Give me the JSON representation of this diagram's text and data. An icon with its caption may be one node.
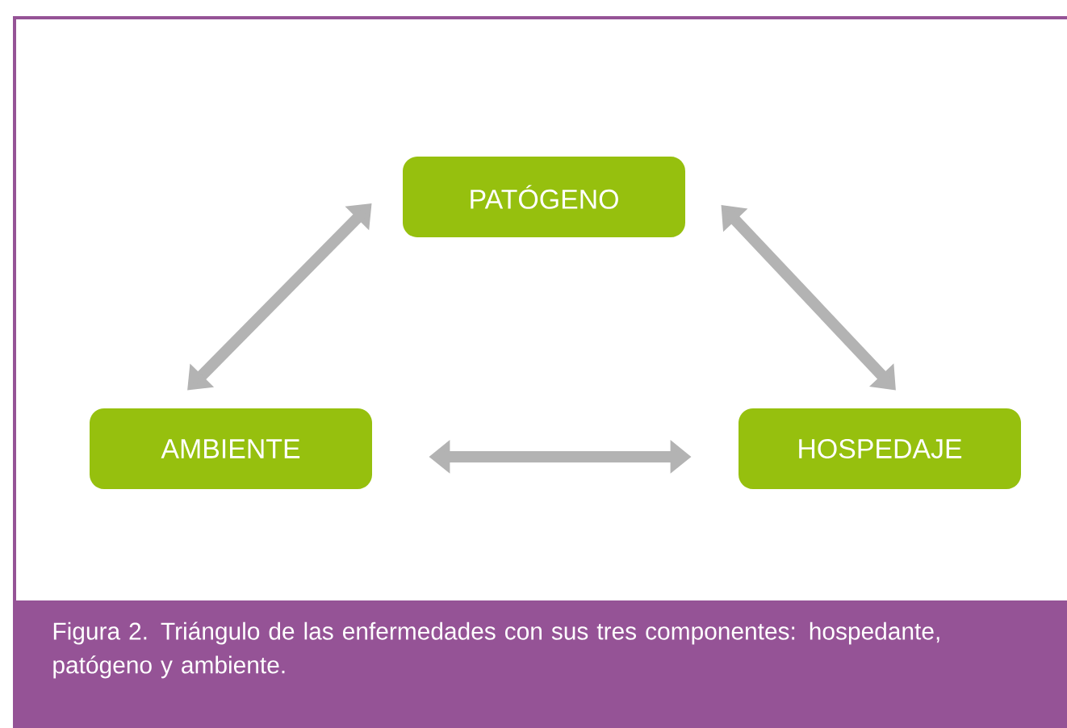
{
  "diagram": {
    "caption": "Figura 2. Triángulo de las enfermedades con sus tres componentes: hospedante, patógeno y ambiente.",
    "nodes": [
      {
        "text": [
          "PATÓGENO"
        ]
      },
      {
        "text": [
          "AMBIENTE"
        ]
      },
      {
        "text": [
          "HOSPEDAJE"
        ]
      }
    ],
    "edges": [
      {
        "from": 1,
        "to": 0,
        "arrow": "both"
      },
      {
        "from": 0,
        "to": 2,
        "arrow": "both"
      },
      {
        "from": 1,
        "to": 2,
        "arrow": "both"
      }
    ]
  }
}
